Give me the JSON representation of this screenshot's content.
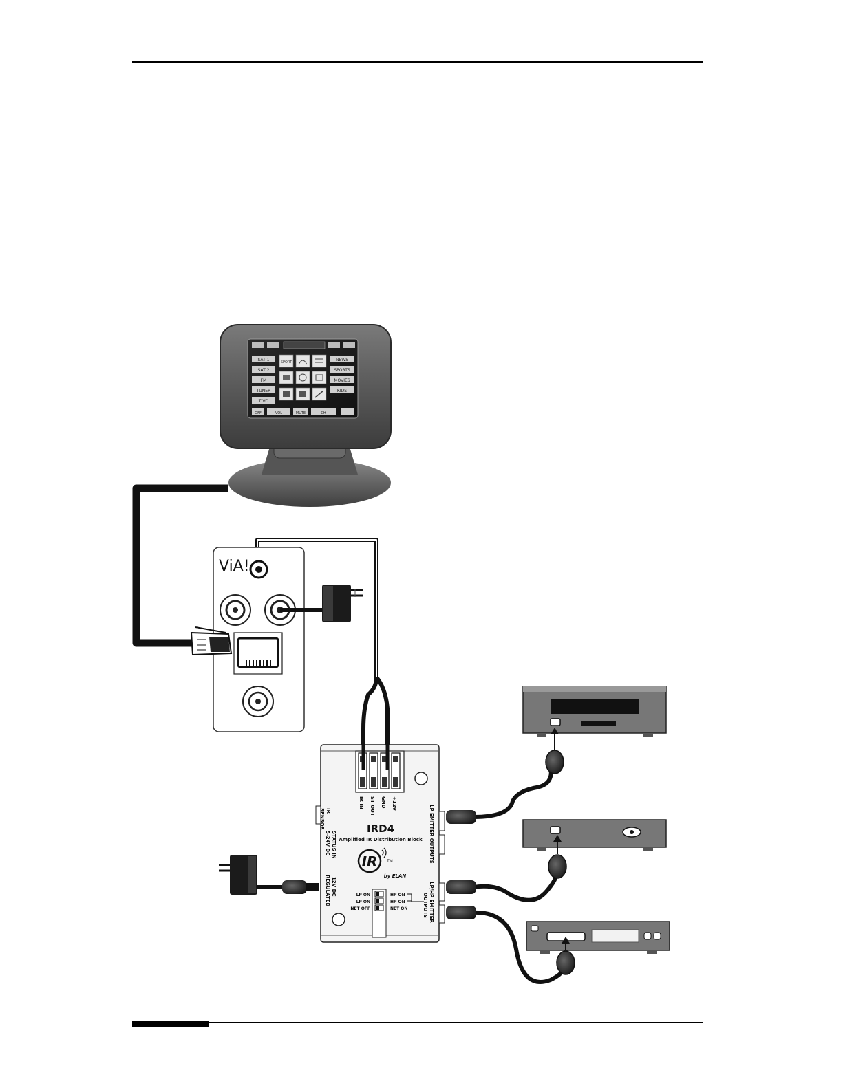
{
  "touchscreen": {
    "screen": {
      "top_buttons": [
        "",
        "",
        "",
        ""
      ],
      "left_buttons": [
        "SAT 1",
        "SAT 2",
        "FM",
        "TUNER",
        "TIVO"
      ],
      "right_buttons": [
        "NEWS",
        "SPORTS",
        "MOVIES",
        "KIDS"
      ],
      "icon_labels": [
        "SPORT",
        "",
        "",
        "",
        "",
        "",
        "",
        "",
        ""
      ],
      "bottom_buttons": [
        "OFF",
        "VOL",
        "MUTE",
        "CH"
      ]
    }
  },
  "via_panel": {
    "logo": "ViA!"
  },
  "ird4": {
    "terminal_labels": [
      "IR IN",
      "ST OUT",
      "GND",
      "+12V"
    ],
    "title": "IRD4",
    "subtitle": "Amplified IR Distribution Block",
    "left_labels": {
      "ir_sensor": [
        "IR",
        "SENSOR"
      ],
      "status_in": [
        "STATUS IN",
        "5-24V DC"
      ],
      "power": [
        "12V DC",
        "REGULATED"
      ]
    },
    "right_labels": {
      "lp_outputs": "LP EMITTER OUTPUTS",
      "lphp_outputs": [
        "LP/HP EMITTER",
        "OUTPUTS"
      ]
    },
    "switch_labels_left": [
      "LP ON",
      "LP ON",
      "NET OFF"
    ],
    "switch_labels_right": [
      "HP ON",
      "HP ON",
      "NET ON"
    ],
    "logo_text": "IR",
    "logo_sub": "by ELAN",
    "logo_tm": "TM"
  }
}
